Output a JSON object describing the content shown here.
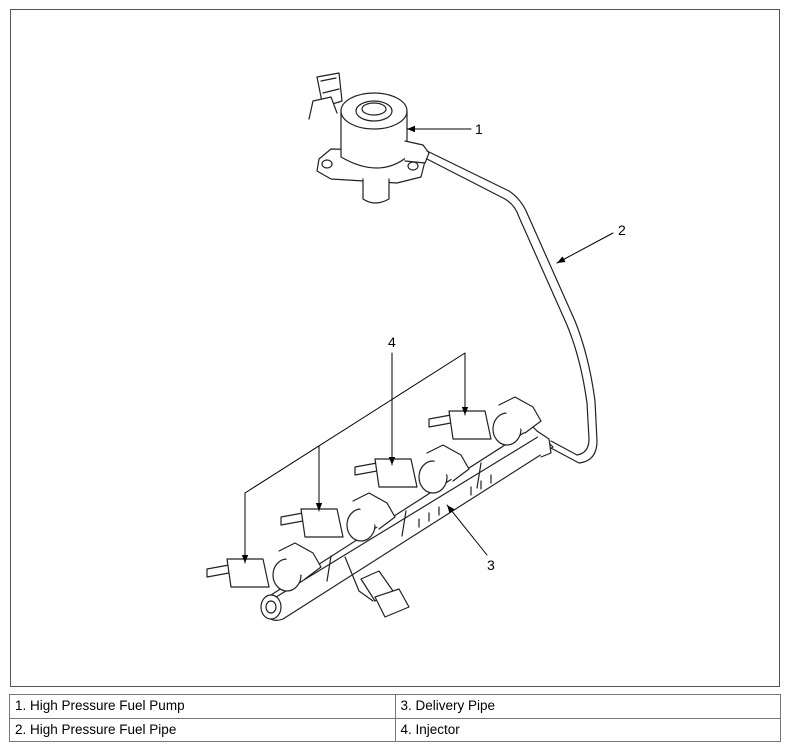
{
  "callouts": {
    "c1": "1",
    "c2": "2",
    "c3": "3",
    "c4": "4"
  },
  "legend": {
    "item1": "1. High Pressure Fuel Pump",
    "item2": "2. High Pressure Fuel Pipe",
    "item3": "3. Delivery Pipe",
    "item4": "4. Injector"
  }
}
